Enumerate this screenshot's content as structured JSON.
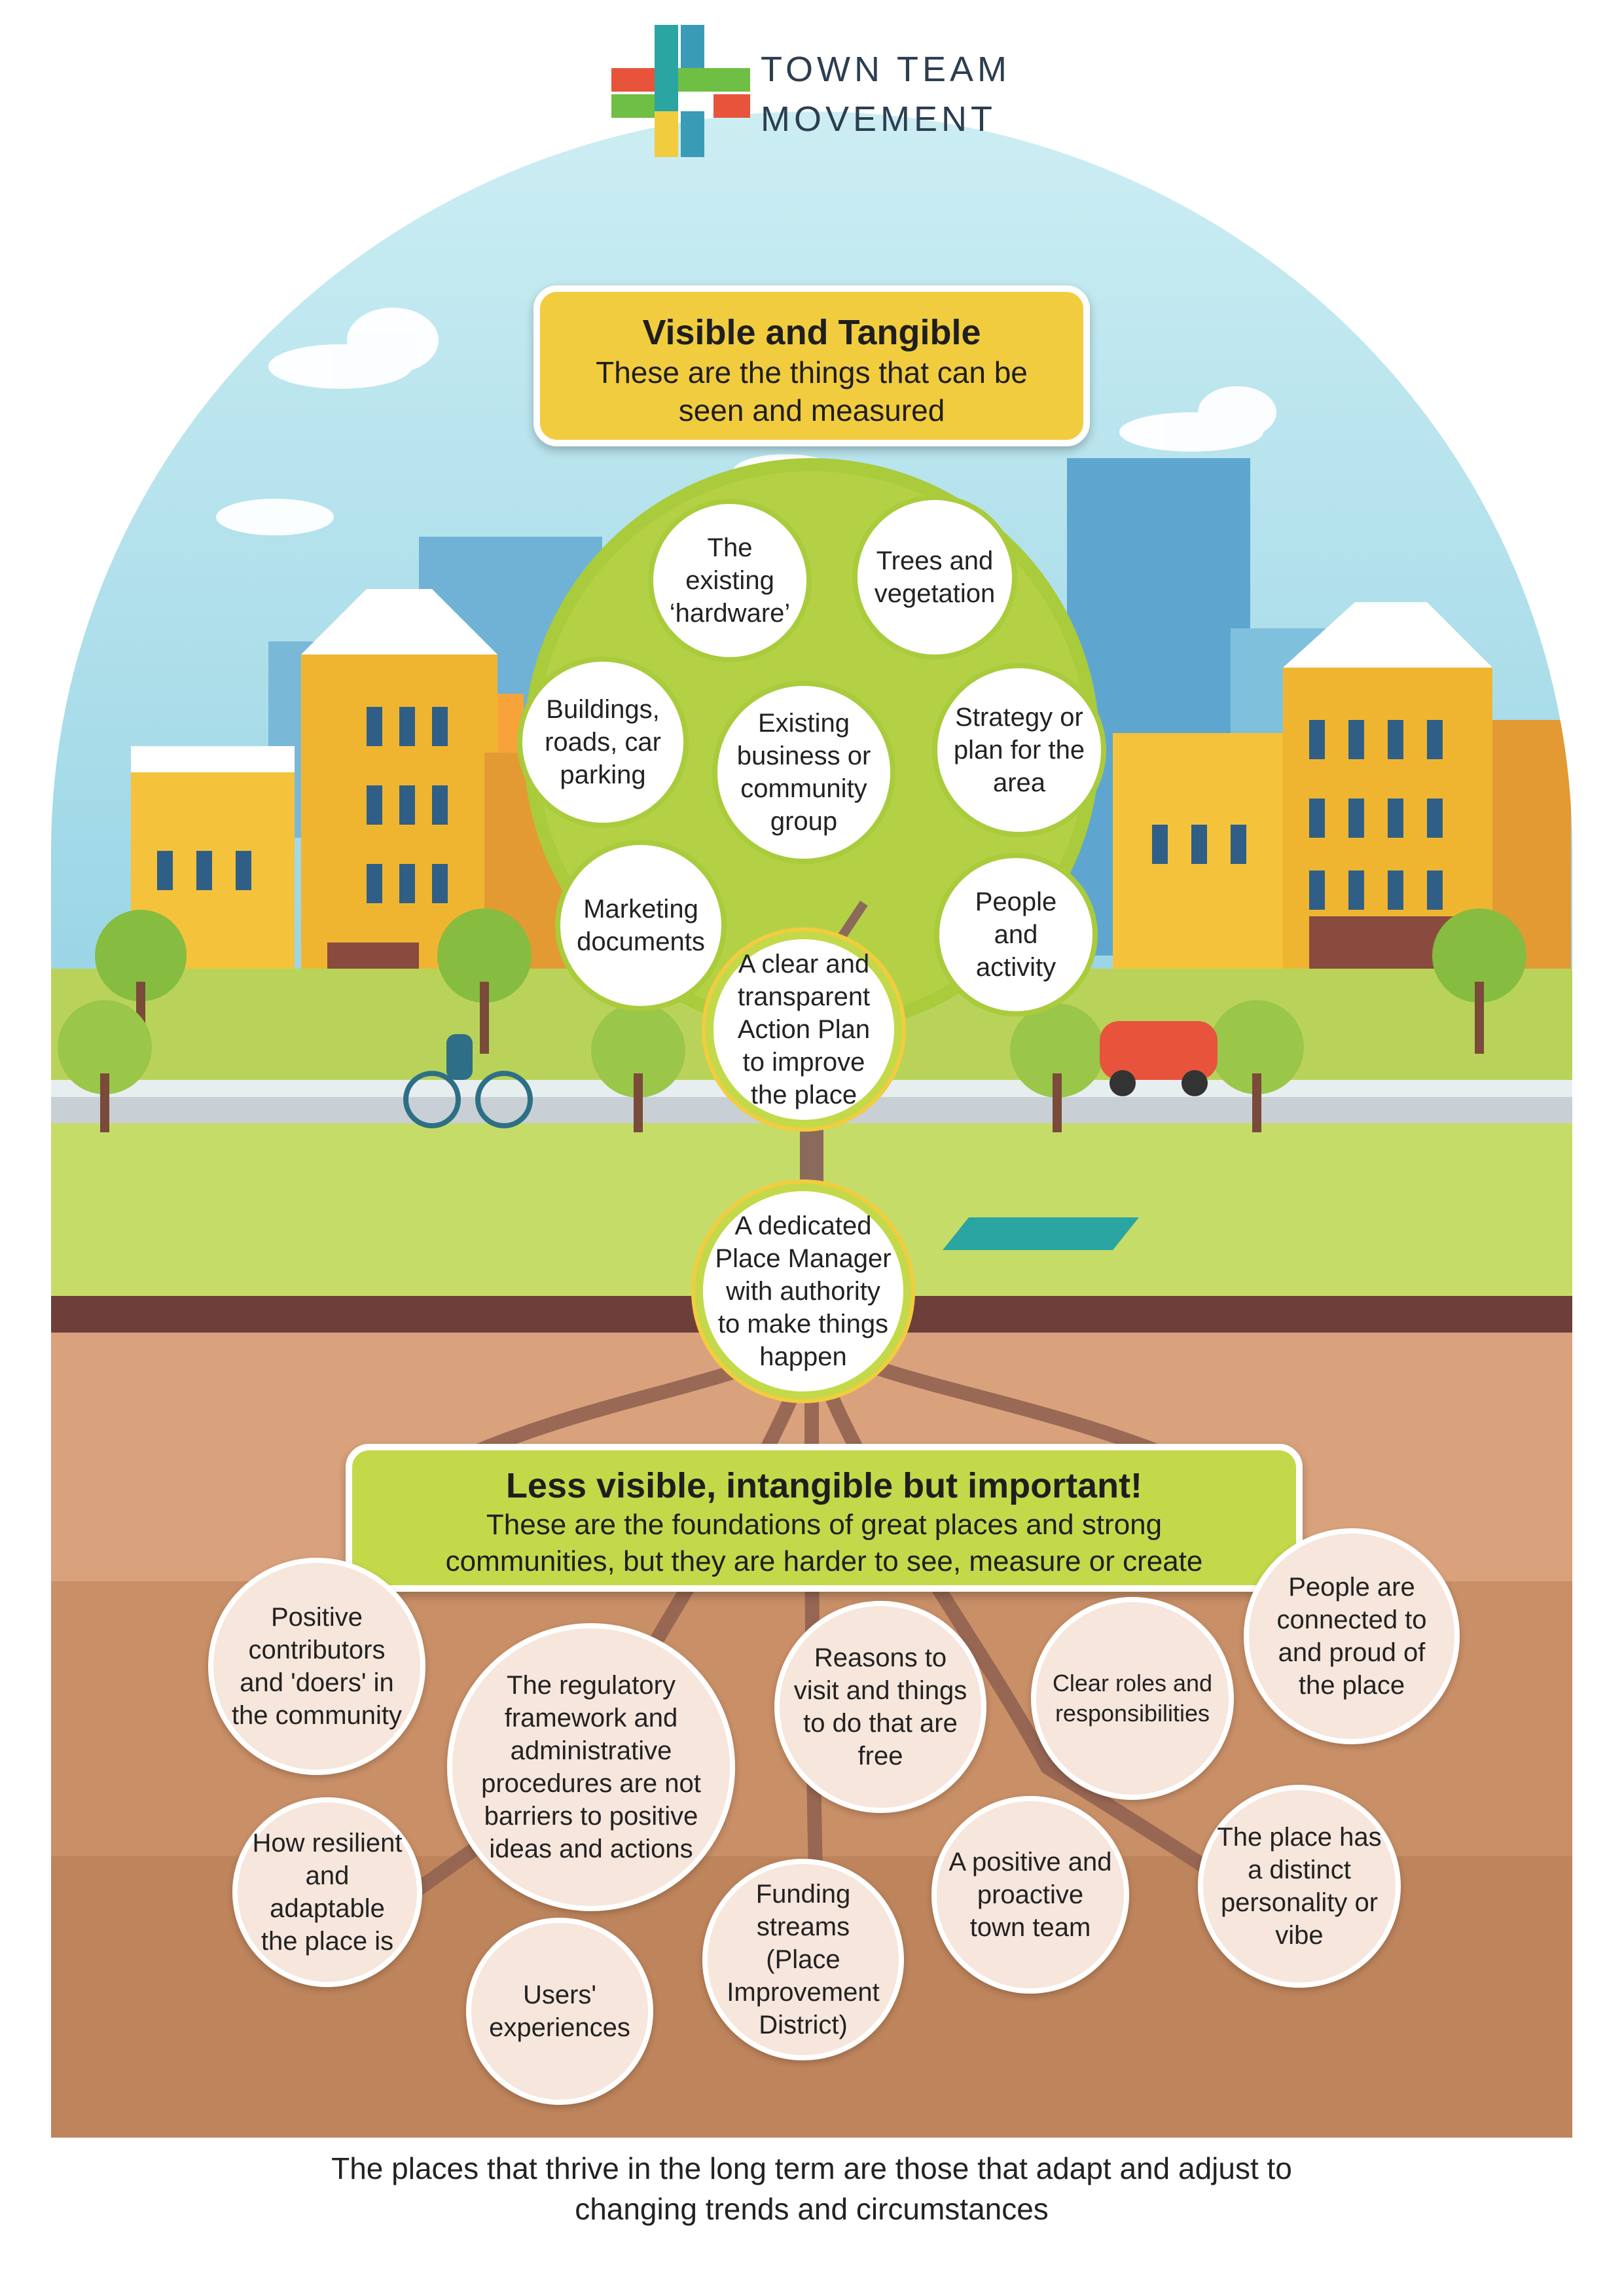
{
  "logo": {
    "line1": "TOWN TEAM",
    "line2": "MOVEMENT"
  },
  "visible": {
    "title": "Visible and Tangible",
    "subtitle_line1": "These are the things that can be",
    "subtitle_line2": "seen and measured",
    "items": [
      "The existing ‘hardware’",
      "Trees and vegetation",
      "Buildings, roads, car parking",
      "Existing business or community group",
      "Strategy or plan for the area",
      "Marketing documents",
      "People and activity",
      "A clear and transparent Action Plan to improve the place",
      "A dedicated Place Manager with authority to make things happen"
    ]
  },
  "intangible": {
    "title": "Less visible, intangible but important!",
    "subtitle_line1": "These are the foundations of great places and strong",
    "subtitle_line2": "communities, but they are harder to see, measure or create",
    "items": [
      "Positive contributors and 'doers' in the community",
      "The regulatory framework and administrative procedures are not barriers to positive ideas and actions",
      "Reasons to visit and things to do that are free",
      "Clear roles and responsibilities",
      "People are connected to and proud of the place",
      "How resilient and adaptable the place is",
      "Funding streams (Place Improvement District)",
      "A positive and proactive town team",
      "The place has a distinct personality or vibe",
      "Users' experiences"
    ]
  },
  "footer": {
    "line1": "The places that thrive in the long term are those that adapt and adjust to",
    "line2": "changing trends and circumstances"
  },
  "colors": {
    "sky": "#a6dbe8",
    "grass": "#b9d35a",
    "soil_dark": "#6e3f3a",
    "soil": "#d9a27c",
    "yellow": "#f2cc3f",
    "green": "#a9cb3c",
    "orange": "#f0a13a"
  },
  "icons": [
    "logo-cross-icon",
    "tree-illustration",
    "city-illustration",
    "roots-illustration"
  ]
}
